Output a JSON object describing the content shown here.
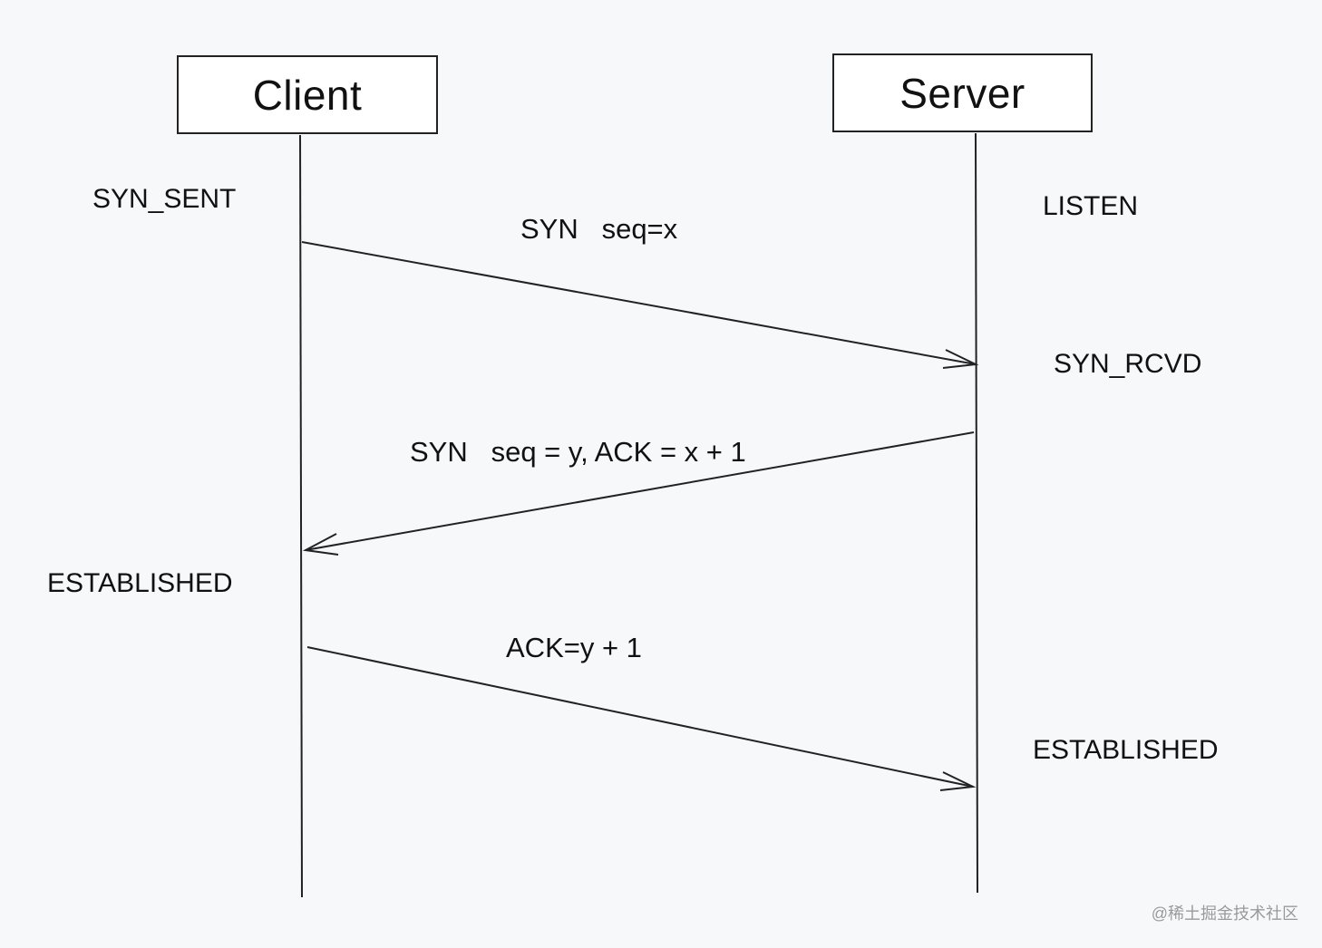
{
  "participants": {
    "client": "Client",
    "server": "Server"
  },
  "client_states": {
    "syn_sent": "SYN_SENT",
    "established": "ESTABLISHED"
  },
  "server_states": {
    "listen": "LISTEN",
    "syn_rcvd": "SYN_RCVD",
    "established": "ESTABLISHED"
  },
  "messages": [
    {
      "label": "SYN   seq=x",
      "from": "Client",
      "to": "Server"
    },
    {
      "label": "SYN   seq = y, ACK = x + 1",
      "from": "Server",
      "to": "Client"
    },
    {
      "label": "ACK=y + 1",
      "from": "Client",
      "to": "Server"
    }
  ],
  "watermark": "@稀土掘金技术社区",
  "colors": {
    "background": "#f7f8fa",
    "line": "#222222",
    "watermark": "#9a9a9a"
  }
}
